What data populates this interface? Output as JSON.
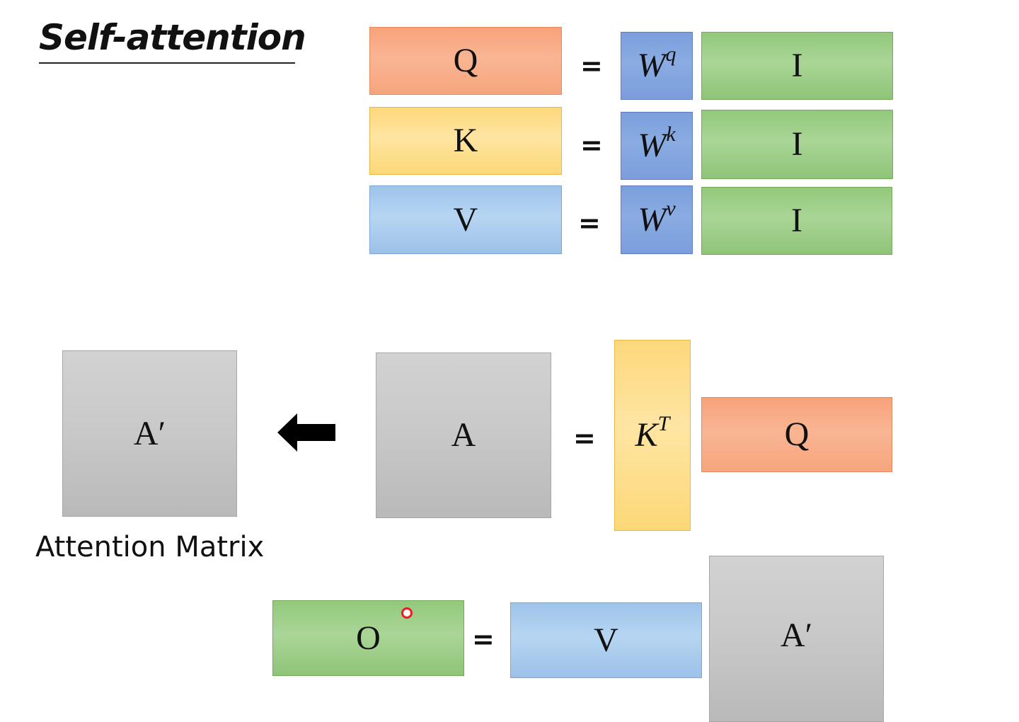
{
  "title": "Self-attention",
  "rows": [
    {
      "lhs": "Q",
      "eq": "=",
      "w_base": "W",
      "w_sup": "q",
      "rhs": "I"
    },
    {
      "lhs": "K",
      "eq": "=",
      "w_base": "W",
      "w_sup": "k",
      "rhs": "I"
    },
    {
      "lhs": "V",
      "eq": "=",
      "w_base": "W",
      "w_sup": "v",
      "rhs": "I"
    }
  ],
  "attention": {
    "a_prime": "A′",
    "a": "A",
    "eq": "=",
    "kt_base": "K",
    "kt_sup": "T",
    "q": "Q",
    "caption": "Attention Matrix"
  },
  "output": {
    "o": "O",
    "eq": "=",
    "v": "V",
    "a_prime": "A′"
  },
  "colors": {
    "query": "#f9b593",
    "key": "#fee5a3",
    "value": "#b6d5f2",
    "weight": "#8aace2",
    "input": "#aad597",
    "attention": "#c8c8c8",
    "cursor": "#e82020"
  }
}
